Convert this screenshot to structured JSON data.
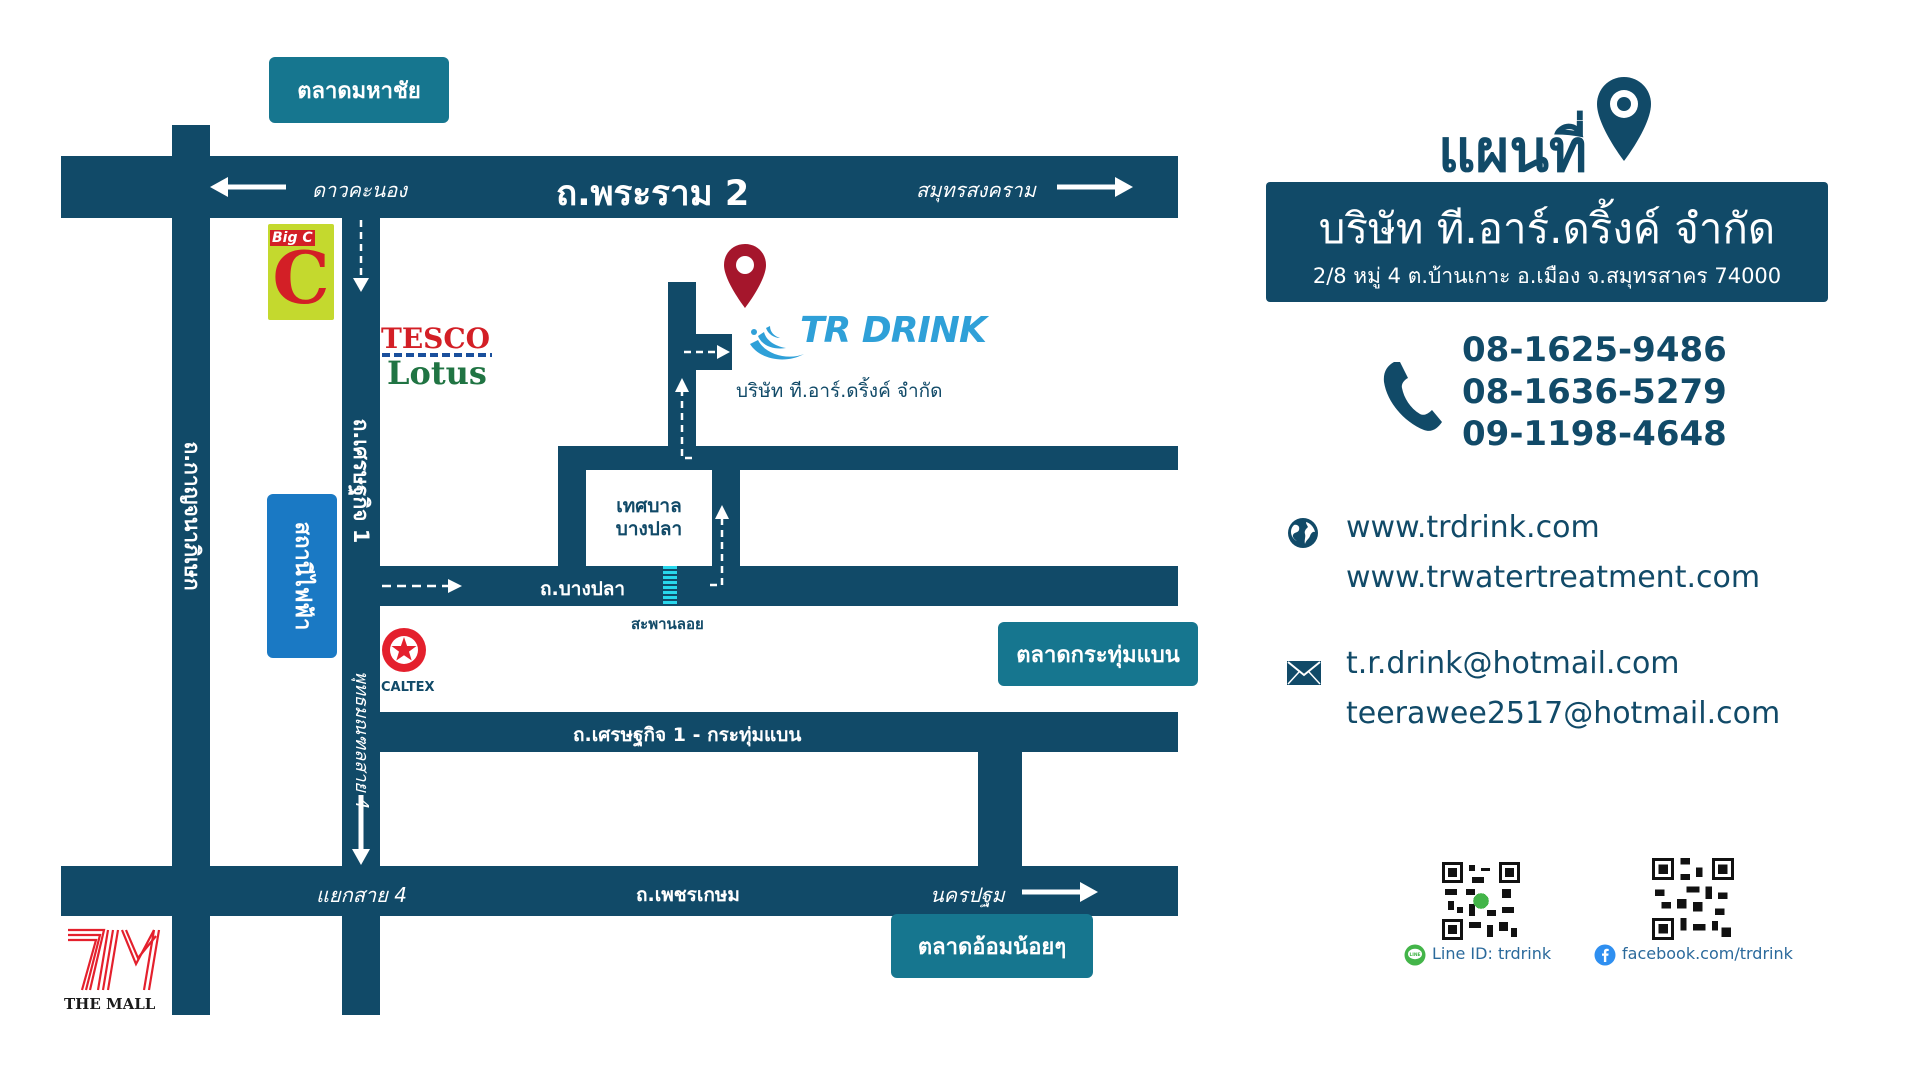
{
  "colors": {
    "road": "#114a68",
    "market": "#16768f",
    "accent_red": "#a5162c",
    "accent_blue": "#2fa0d8",
    "bridge": "#28d7ec"
  },
  "map": {
    "roads": {
      "rama2": "ถ.พระราม 2",
      "phetkasem": "ถ.เพชรเกษม",
      "bangpla": "ถ.บางปลา",
      "setthakit_krathum": "ถ.เศรษฐกิจ 1 - กระทุ่มแบน",
      "setthakit1": "ถ.เศรษฐกิจ 1",
      "kanchanaphisek": "ถ.กาญจนาภิเษก",
      "phutthamonthon4": "พุทธมณฑลสาย 4"
    },
    "directions": {
      "dao_khanong": "ดาวคะนอง",
      "samut_songkhram": "สมุทรสงคราม",
      "yaek_sai4": "แยกสาย 4",
      "nakhon_pathom": "นครปฐม"
    },
    "markets": {
      "mahachai": "ตลาดมหาชัย",
      "krathumbaen": "ตลาดกระทุ่มแบน",
      "om_noi": "ตลาดอ้อมน้อยๆ"
    },
    "substation": "สถานีไฟฟ้า",
    "municipality": "เทศบาล บางปลา",
    "bridge": "สะพานลอย",
    "brands": {
      "bigc": "Big C",
      "tesco": "TESCO",
      "lotus": "Lotus",
      "caltex": "CALTEX",
      "themall": "THE MALL"
    },
    "trdrink_logo": "TR DRINK",
    "company_label": "บริษัท ที.อาร์.ดริ้งค์ จำกัด"
  },
  "info": {
    "title": "แผนที่",
    "company": "บริษัท ที.อาร์.ดริ้งค์ จำกัด",
    "address": "2/8 หมู่ 4 ต.บ้านเกาะ อ.เมือง จ.สมุทรสาคร 74000",
    "phones": [
      "08-1625-9486",
      "08-1636-5279",
      "09-1198-4648"
    ],
    "websites": [
      "www.trdrink.com",
      "www.trwatertreatment.com"
    ],
    "emails": [
      "t.r.drink@hotmail.com",
      "teerawee2517@hotmail.com"
    ],
    "line_id": "Line ID: trdrink",
    "facebook": "facebook.com/trdrink"
  }
}
